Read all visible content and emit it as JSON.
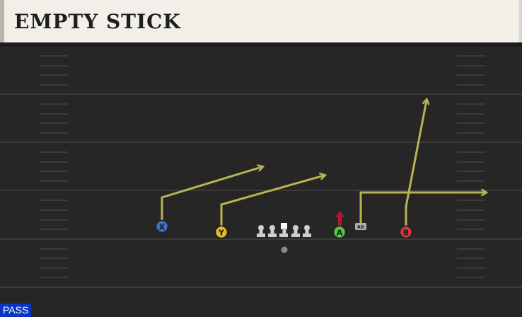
{
  "play": {
    "name": "EMPTY STICK",
    "type_badge": "PASS"
  },
  "players": [
    {
      "id": "X",
      "label": "X",
      "color": "#3f73c7"
    },
    {
      "id": "Y",
      "label": "Y",
      "color": "#e9b72a"
    },
    {
      "id": "A",
      "label": "A",
      "color": "#57c14a"
    },
    {
      "id": "RB",
      "label": "RB",
      "color": "#b0b0b0"
    },
    {
      "id": "B",
      "label": "B",
      "color": "#d93444"
    }
  ],
  "colors": {
    "field": "#262626",
    "yard_line": "#3a3a3a",
    "route": "#b9b452",
    "block_arrow": "#b0192c",
    "lineman": "#cfcfcf",
    "header_bg": "#f1efe7",
    "badge_bg": "#0b33c4"
  }
}
